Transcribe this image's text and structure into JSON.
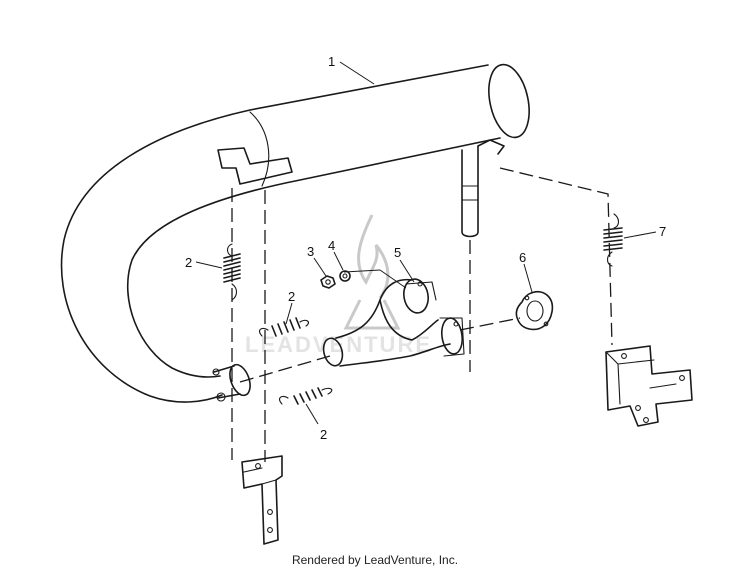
{
  "callouts": [
    {
      "id": "1",
      "label": "1"
    },
    {
      "id": "2a",
      "label": "2"
    },
    {
      "id": "2b",
      "label": "2"
    },
    {
      "id": "2c",
      "label": "2"
    },
    {
      "id": "3",
      "label": "3"
    },
    {
      "id": "4",
      "label": "4"
    },
    {
      "id": "5",
      "label": "5"
    },
    {
      "id": "6",
      "label": "6"
    },
    {
      "id": "7",
      "label": "7"
    }
  ],
  "watermark": {
    "text": "LEADVENTURE"
  },
  "footer": {
    "text": "Rendered by LeadVenture, Inc."
  }
}
